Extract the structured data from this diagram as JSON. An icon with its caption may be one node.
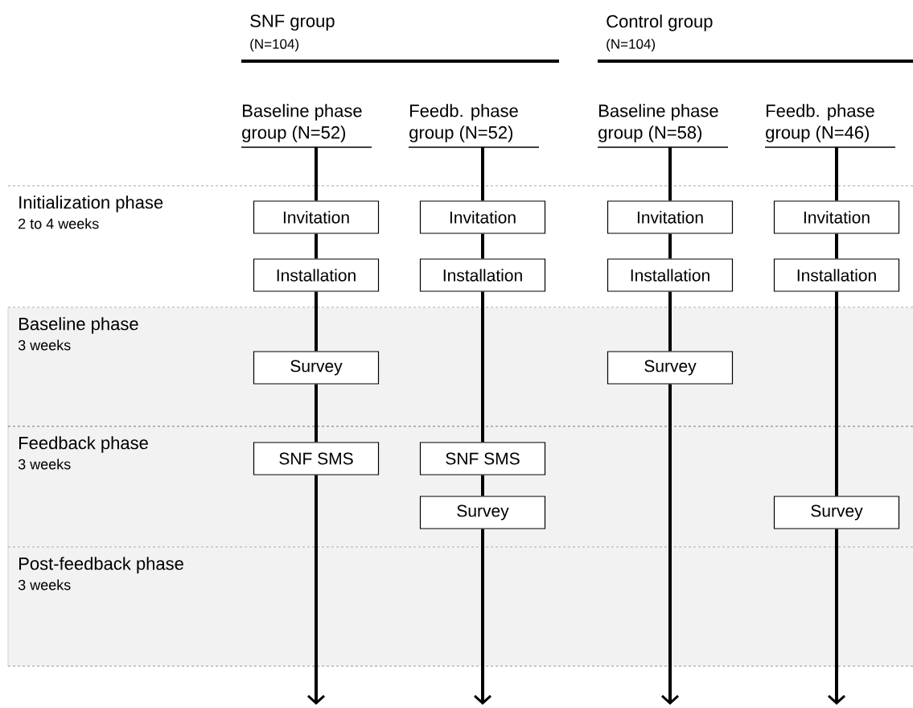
{
  "diagram": {
    "nodes": [
      {
        "text": [
          "Baseline phase",
          "group (N=52)"
        ]
      },
      {
        "text": [
          "Feedb. phase",
          "group (N=52)"
        ]
      },
      {
        "text": [
          "Baseline phase",
          "group (N=58)"
        ]
      },
      {
        "text": [
          "Feedb. phase",
          "group (N=46)"
        ]
      },
      {
        "text": [
          "Initialization phase",
          "2 to 4 weeks"
        ]
      },
      {
        "text": [
          "Invitation"
        ],
        "in": 4
      },
      {
        "text": [
          "Invitation"
        ],
        "in": 4
      },
      {
        "text": [
          "Invitation"
        ],
        "in": 4
      },
      {
        "text": [
          "Invitation"
        ],
        "in": 4
      },
      {
        "text": [
          "Installation"
        ],
        "in": 4
      },
      {
        "text": [
          "Installation"
        ],
        "in": 4
      },
      {
        "text": [
          "Installation"
        ],
        "in": 4
      },
      {
        "text": [
          "Installation"
        ],
        "in": 4
      },
      {
        "text": [
          "Baseline phase",
          "3 weeks"
        ]
      },
      {
        "text": [
          "Survey"
        ],
        "in": 13
      },
      {
        "text": [
          "Survey"
        ],
        "in": 13
      },
      {
        "text": [
          "Feedback phase",
          "3 weeks"
        ]
      },
      {
        "text": [
          "SNF SMS"
        ],
        "in": 16
      },
      {
        "text": [
          "SNF SMS"
        ],
        "in": 16
      },
      {
        "text": [
          "Survey"
        ],
        "in": 16
      },
      {
        "text": [
          "Survey"
        ],
        "in": 16
      },
      {
        "text": [
          "Post-feedback phase",
          "3 weeks"
        ]
      }
    ],
    "edges": [
      {
        "from": 0,
        "to": 5,
        "arrow": "none"
      },
      {
        "from": 5,
        "to": 9,
        "arrow": "none"
      },
      {
        "from": 9,
        "to": 14,
        "arrow": "none"
      },
      {
        "from": 14,
        "to": 17,
        "arrow": "none"
      },
      {
        "from": 17,
        "to": null,
        "arrow": "to"
      },
      {
        "from": 1,
        "to": 6,
        "arrow": "none"
      },
      {
        "from": 6,
        "to": 10,
        "arrow": "none"
      },
      {
        "from": 10,
        "to": 18,
        "arrow": "none"
      },
      {
        "from": 18,
        "to": 19,
        "arrow": "none"
      },
      {
        "from": 19,
        "to": null,
        "arrow": "to"
      },
      {
        "from": 2,
        "to": 7,
        "arrow": "none"
      },
      {
        "from": 7,
        "to": 11,
        "arrow": "none"
      },
      {
        "from": 11,
        "to": 15,
        "arrow": "none"
      },
      {
        "from": 15,
        "to": null,
        "arrow": "to"
      },
      {
        "from": 3,
        "to": 8,
        "arrow": "none"
      },
      {
        "from": 8,
        "to": 12,
        "arrow": "none"
      },
      {
        "from": 12,
        "to": 20,
        "arrow": "none"
      },
      {
        "from": 20,
        "to": null,
        "arrow": "to"
      }
    ],
    "labels": [
      "SNF group",
      "(N=104)",
      "Control group",
      "(N=104)"
    ]
  }
}
